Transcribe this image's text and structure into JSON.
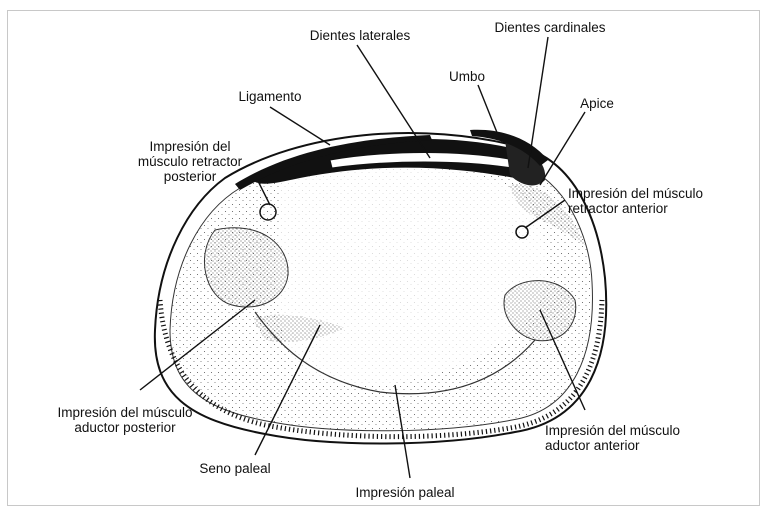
{
  "labels": {
    "dientes_laterales": "Dientes laterales",
    "dientes_cardinales": "Dientes cardinales",
    "umbo": "Umbo",
    "apice": "Apice",
    "ligamento": "Ligamento",
    "retractor_posterior": [
      "Impresión del",
      "músculo retractor",
      "posterior"
    ],
    "retractor_anterior": [
      "Impresión del músculo",
      "retractor anterior"
    ],
    "aductor_posterior": [
      "Impresión del músculo",
      "aductor posterior"
    ],
    "aductor_anterior": [
      "Impresión del músculo",
      "aductor anterior"
    ],
    "seno_paleal": "Seno paleal",
    "impresion_paleal": "Impresión paleal"
  },
  "colors": {
    "ink": "#111111",
    "interior": "#f2f2f2",
    "stipple": "#555555",
    "frame": "#c8c8c8"
  }
}
